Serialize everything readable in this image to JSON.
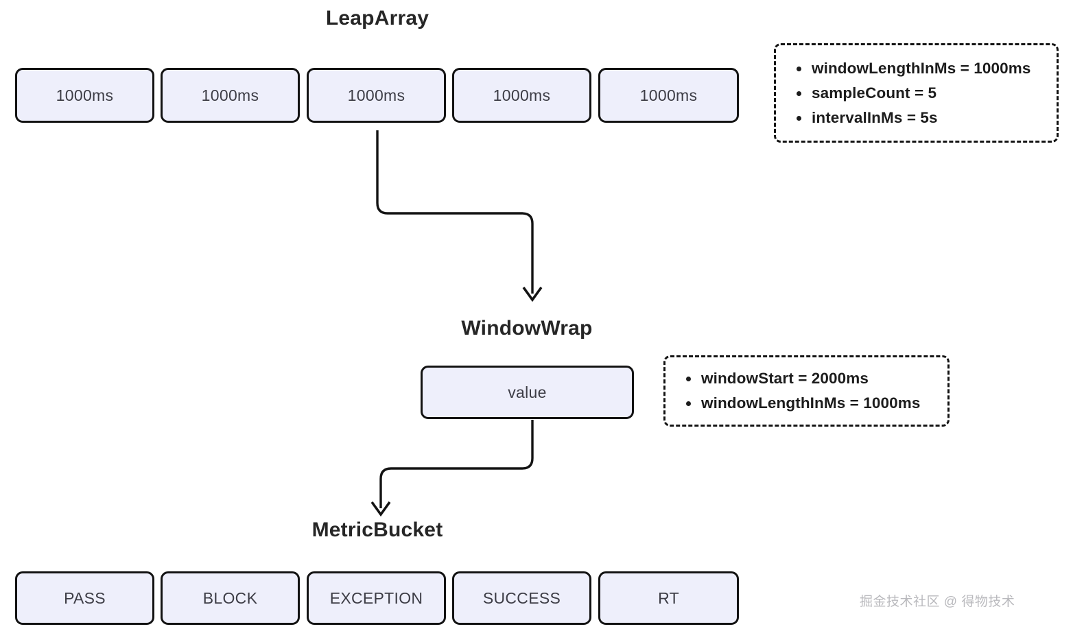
{
  "diagram": {
    "sections": [
      {
        "title": "LeapArray",
        "cells": [
          {
            "label": "1000ms"
          },
          {
            "label": "1000ms"
          },
          {
            "label": "1000ms"
          },
          {
            "label": "1000ms"
          },
          {
            "label": "1000ms"
          }
        ]
      },
      {
        "title": "WindowWrap",
        "cells": [
          {
            "label": "value"
          }
        ]
      },
      {
        "title": "MetricBucket",
        "cells": [
          {
            "label": "PASS"
          },
          {
            "label": "BLOCK"
          },
          {
            "label": "EXCEPTION"
          },
          {
            "label": "SUCCESS"
          },
          {
            "label": "RT"
          }
        ]
      }
    ],
    "legends": [
      {
        "items": [
          "windowLengthInMs = 1000ms",
          "sampleCount = 5",
          "intervalInMs = 5s"
        ]
      },
      {
        "items": [
          "windowStart = 2000ms",
          "windowLengthInMs = 1000ms"
        ]
      }
    ],
    "watermark": "掘金技术社区 @ 得物技术",
    "colors": {
      "cell_fill": "#eeeffb",
      "stroke": "#131313",
      "title_text": "#262626",
      "cell_text": "#3d3d46",
      "watermark_text": "#b9b9bd"
    }
  }
}
